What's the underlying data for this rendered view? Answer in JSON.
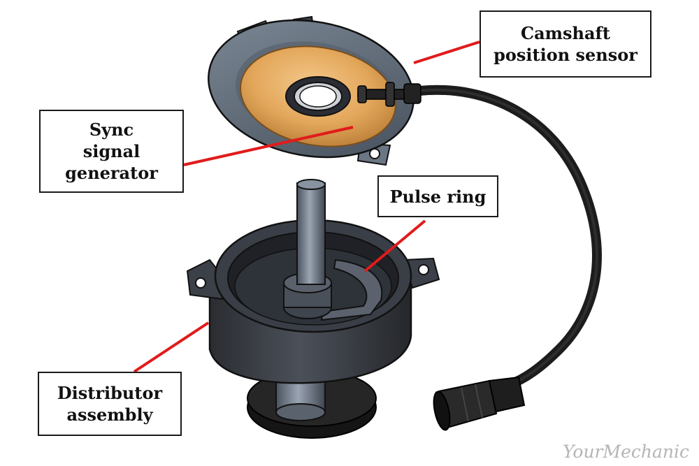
{
  "labels": {
    "camshaft_sensor": [
      "Camshaft",
      "position sensor"
    ],
    "sync_generator": [
      "Sync",
      "signal",
      "generator"
    ],
    "pulse_ring": [
      "Pulse ring"
    ],
    "distributor": [
      "Distributor",
      "assembly"
    ]
  },
  "watermark": "YourMechanic",
  "colors": {
    "leader_line": "#e11b1b",
    "housing_dark": "#2b2d33",
    "housing_mid": "#4a4f59",
    "plate_gray": "#5f6b78",
    "copper_disc": "#e0a456",
    "shaft": "#6d7888",
    "cable": "#1c1c1c"
  }
}
